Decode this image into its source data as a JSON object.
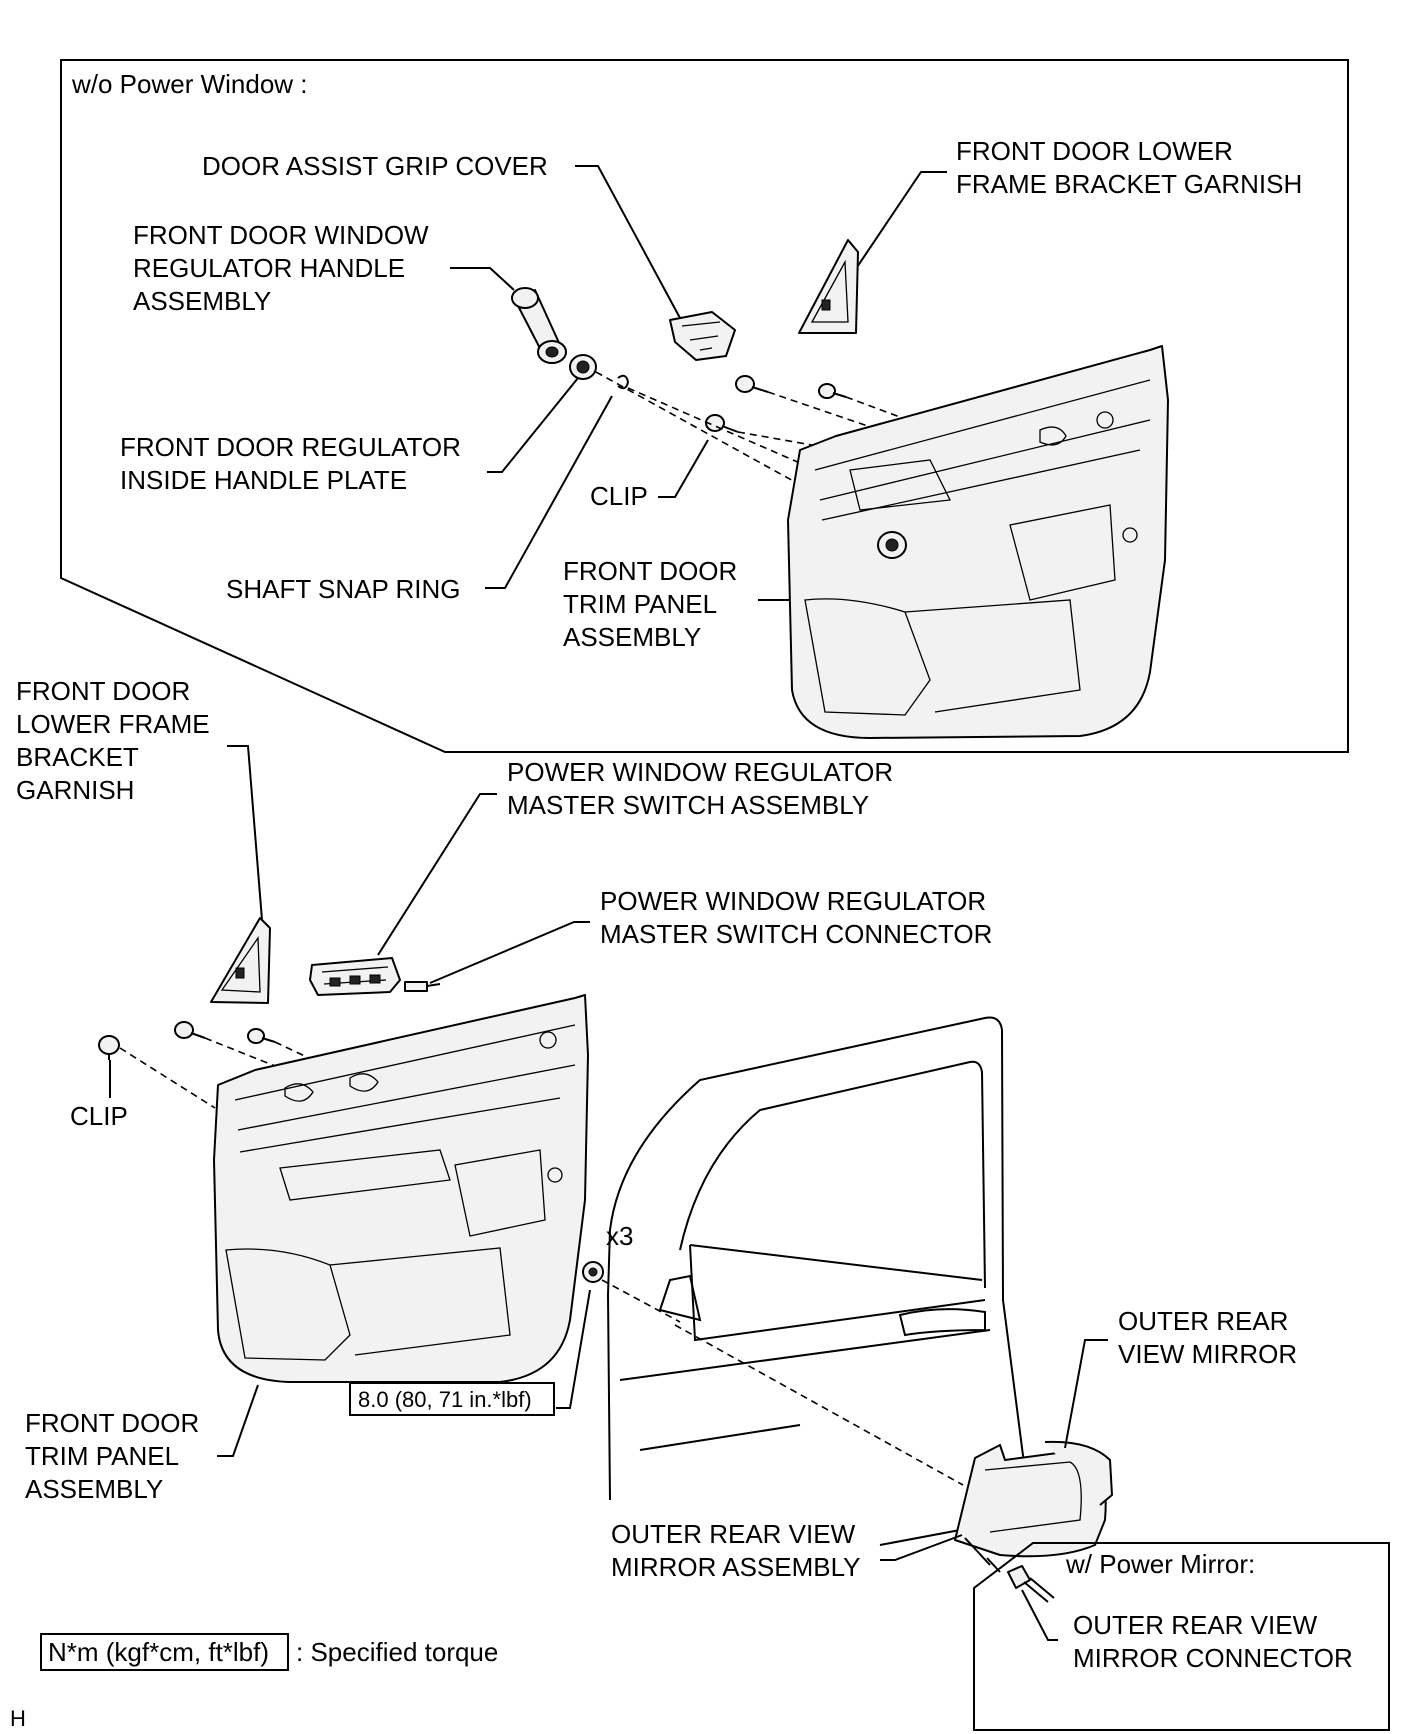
{
  "top_box": {
    "title": "w/o Power  Window :",
    "labels": {
      "grip_cover": "DOOR ASSIST GRIP COVER",
      "garnish_a": [
        "FRONT DOOR LOWER",
        "FRAME BRACKET GARNISH"
      ],
      "handle": [
        "FRONT DOOR WINDOW",
        "REGULATOR HANDLE",
        "ASSEMBLY"
      ],
      "plate": [
        "FRONT DOOR REGULATOR",
        "INSIDE HANDLE PLATE"
      ],
      "clip": "CLIP",
      "snap_ring": "SHAFT SNAP RING",
      "trim_panel": [
        "FRONT DOOR",
        "TRIM PANEL",
        "ASSEMBLY"
      ]
    }
  },
  "lower": {
    "labels": {
      "garnish_b": [
        "FRONT DOOR",
        "LOWER FRAME",
        "BRACKET",
        "GARNISH"
      ],
      "master_switch": [
        "POWER WINDOW REGULATOR",
        "MASTER SWITCH ASSEMBLY"
      ],
      "switch_connector": [
        "POWER WINDOW REGULATOR",
        "MASTER SWITCH CONNECTOR"
      ],
      "clip": "CLIP",
      "trim_panel": [
        "FRONT DOOR",
        "TRIM PANEL",
        "ASSEMBLY"
      ],
      "count": "x3",
      "torque": "8.0 (80, 71 in.*lbf)",
      "outer_mirror": [
        "OUTER REAR",
        "VIEW MIRROR"
      ],
      "mirror_assembly": [
        "OUTER REAR VIEW",
        "MIRROR ASSEMBLY"
      ]
    }
  },
  "power_mirror_box": {
    "title": "w/ Power Mirror:",
    "connector": [
      "OUTER REAR VIEW",
      "MIRROR CONNECTOR"
    ]
  },
  "legend": {
    "unit": "N*m (kgf*cm, ft*lbf)",
    "description": ": Specified torque"
  },
  "corner_mark": "H"
}
